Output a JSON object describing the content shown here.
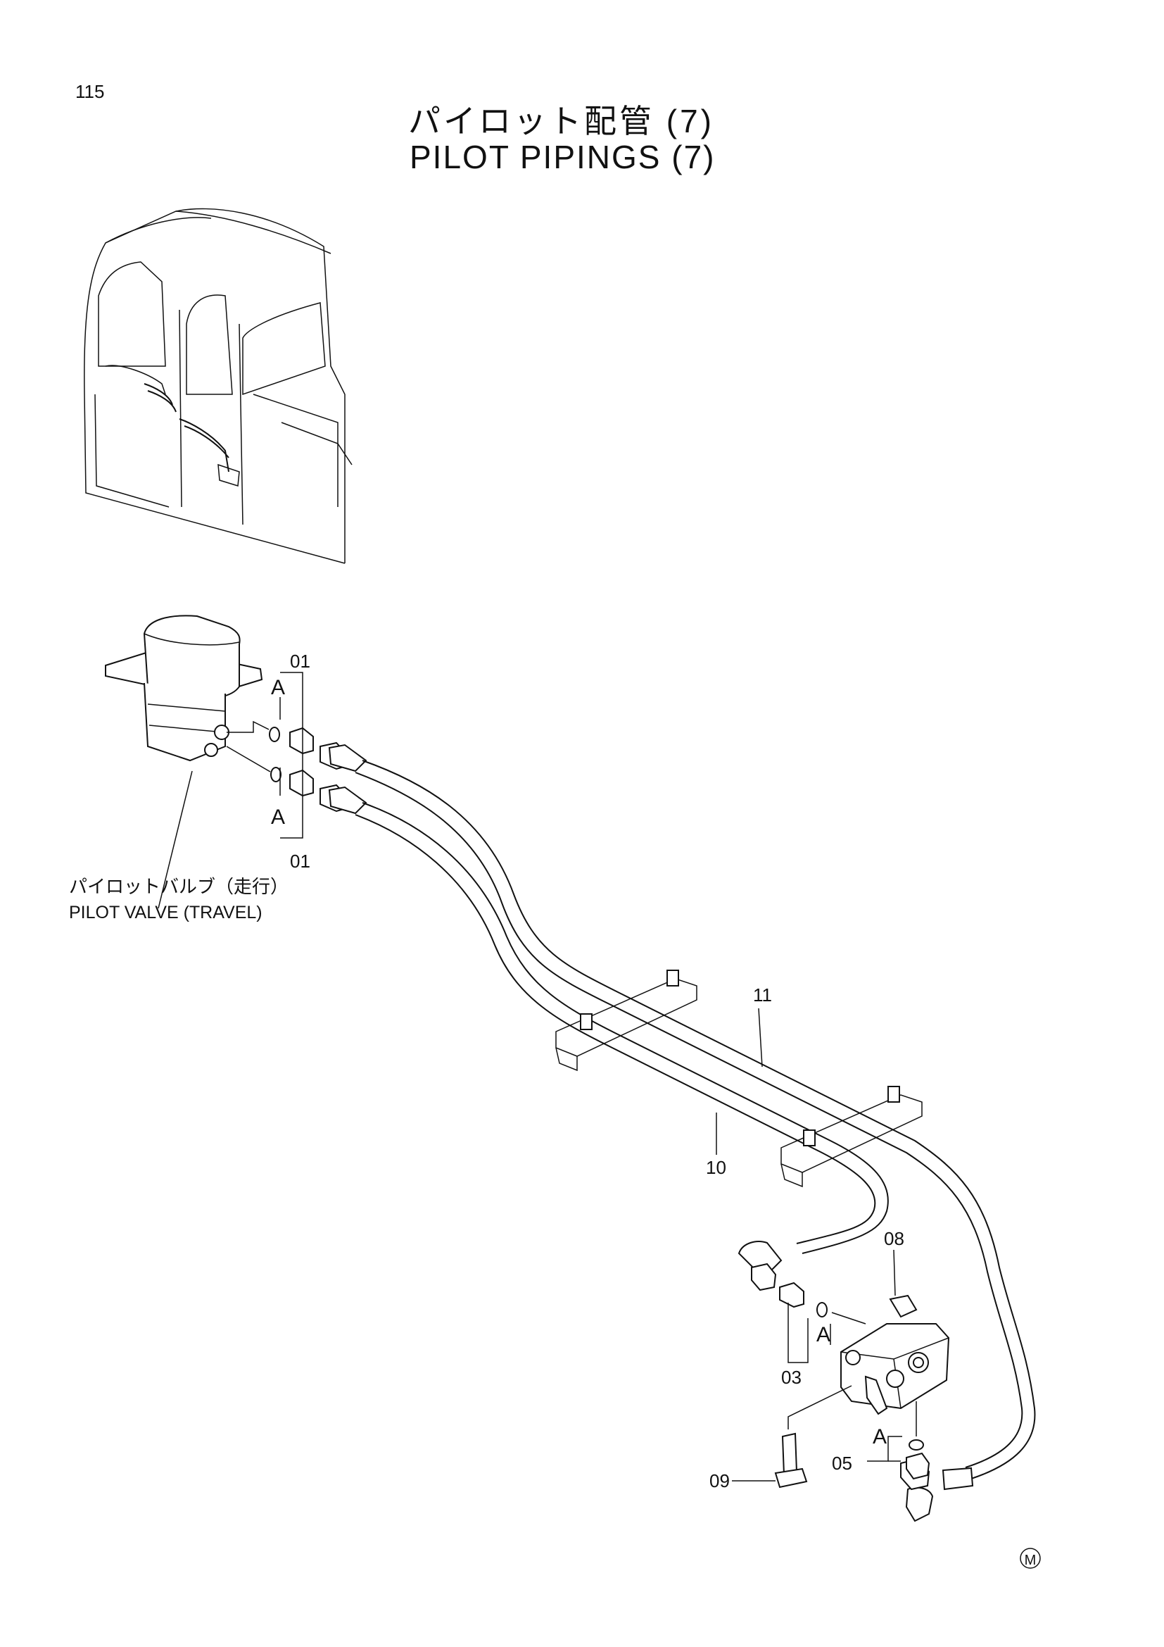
{
  "page_number": "115",
  "title_ja": "パイロット配管 (7)",
  "title_en": "PILOT PIPINGS (7)",
  "component": {
    "name_ja": "パイロットバルブ（走行）",
    "name_en": "PILOT VALVE (TRAVEL)"
  },
  "callouts": {
    "p01_top": "01",
    "p01_bottom": "01",
    "p03": "03",
    "p05": "05",
    "p08": "08",
    "p09": "09",
    "p10": "10",
    "p11": "11"
  },
  "detail_marks": {
    "a1": "A",
    "a2": "A",
    "a3": "A",
    "a4": "A"
  },
  "corner_mark": "M"
}
